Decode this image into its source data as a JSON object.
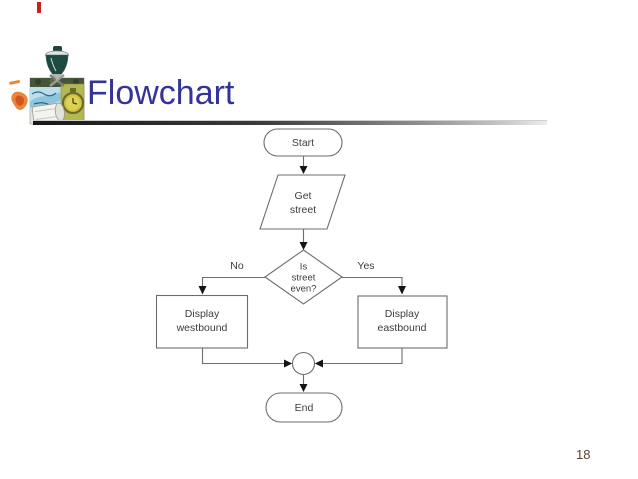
{
  "slide": {
    "title": "Flowchart",
    "page_number": "18"
  },
  "flowchart": {
    "type": "flowchart",
    "nodes": [
      {
        "id": "start",
        "shape": "terminator",
        "label": "Start"
      },
      {
        "id": "get-street",
        "shape": "input-parallelogram",
        "label": "Get\nstreet"
      },
      {
        "id": "is-street-even",
        "shape": "decision-diamond",
        "label": "Is\nstreet\neven?"
      },
      {
        "id": "display-westbound",
        "shape": "process-rectangle",
        "label": "Display\nwestbound"
      },
      {
        "id": "display-eastbound",
        "shape": "process-rectangle",
        "label": "Display\neastbound"
      },
      {
        "id": "merge",
        "shape": "connector-circle",
        "label": ""
      },
      {
        "id": "end",
        "shape": "terminator",
        "label": "End"
      }
    ],
    "edges": [
      {
        "from": "start",
        "to": "get-street",
        "label": ""
      },
      {
        "from": "get-street",
        "to": "is-street-even",
        "label": ""
      },
      {
        "from": "is-street-even",
        "to": "display-westbound",
        "label": "No"
      },
      {
        "from": "is-street-even",
        "to": "display-eastbound",
        "label": "Yes"
      },
      {
        "from": "display-westbound",
        "to": "merge",
        "label": ""
      },
      {
        "from": "display-eastbound",
        "to": "merge",
        "label": ""
      },
      {
        "from": "merge",
        "to": "end",
        "label": ""
      }
    ]
  },
  "colors": {
    "title_text": "#333399",
    "flow_line": "#6d6d70",
    "flow_text": "#3c3c3e",
    "arrowhead": "#141414",
    "page_number_text": "#54422e",
    "underline_dark": "#18181a"
  },
  "icons": {
    "clipart": "title-clipart-collage"
  }
}
